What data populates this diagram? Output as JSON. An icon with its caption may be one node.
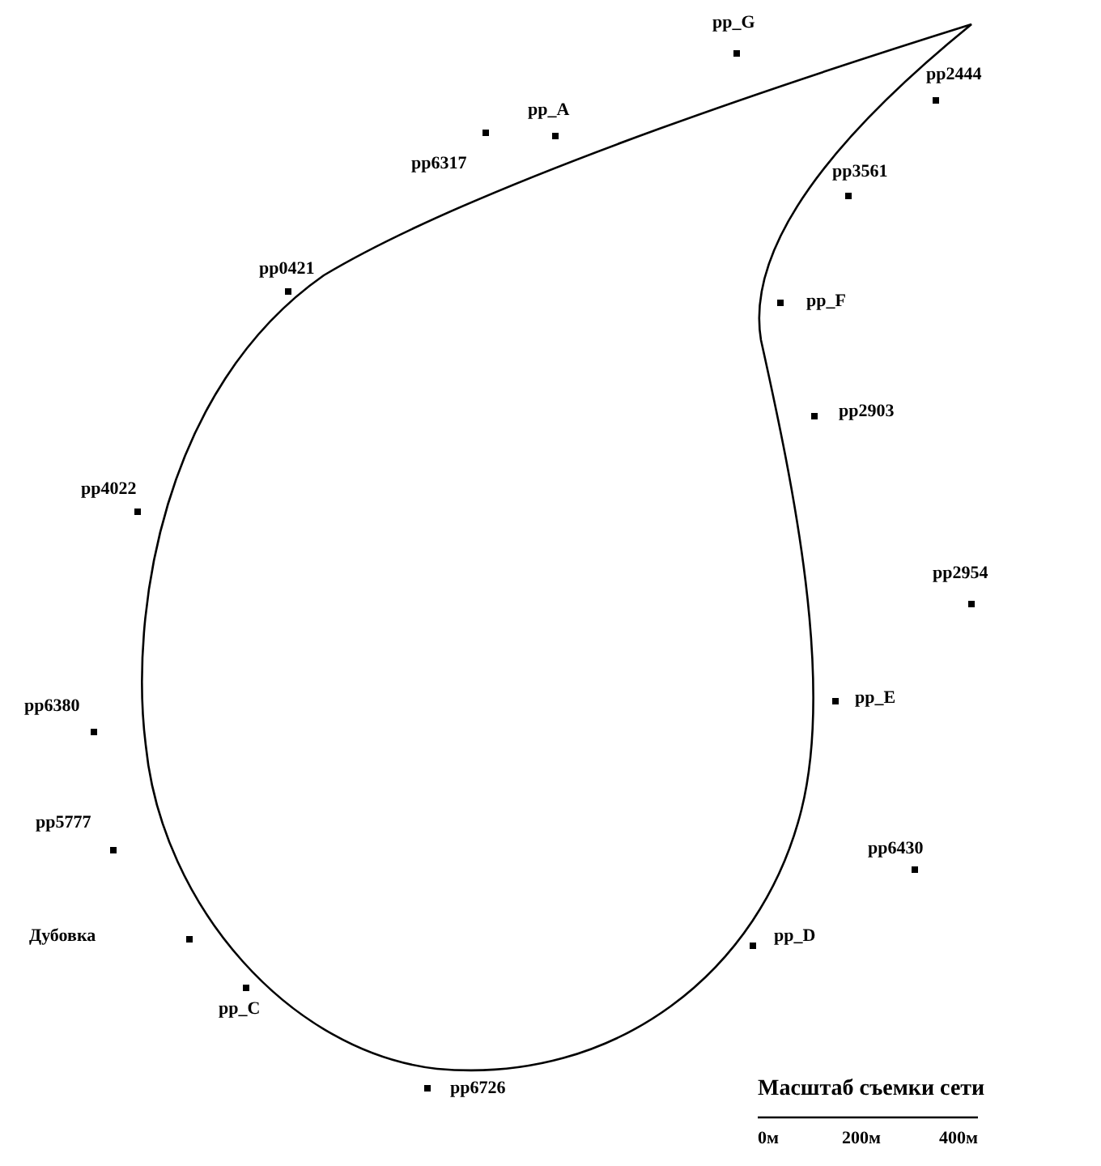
{
  "diagram": {
    "labels": [
      "pp_G",
      "pp2444",
      "pp_A",
      "pp6317",
      "pp3561",
      "pp0421",
      "pp_F",
      "pp2903",
      "pp4022",
      "pp2954",
      "pp6380",
      "pp_E",
      "pp5777",
      "pp6430",
      "Дубовка",
      "pp_D",
      "pp_C",
      "pp6726",
      "Масштаб съемки сети",
      "0м",
      "200м",
      "400м"
    ]
  }
}
